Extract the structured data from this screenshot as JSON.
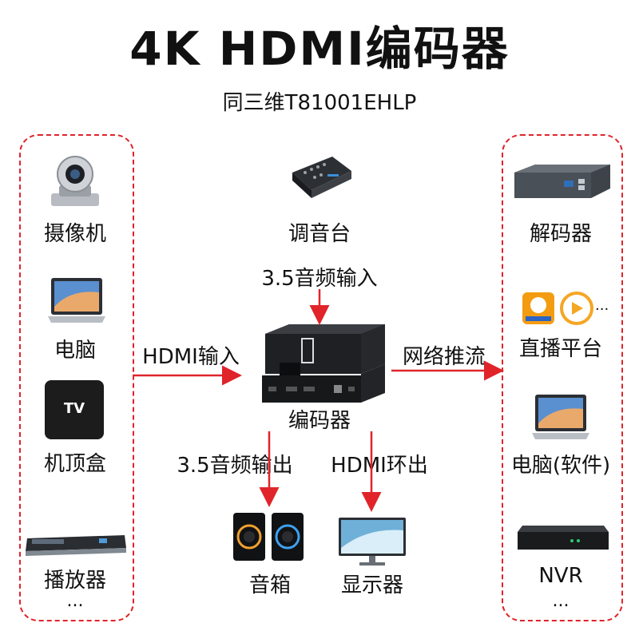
{
  "title": "4K HDMI编码器",
  "subtitle": "同三维T81001EHLP",
  "left_sources": {
    "items": [
      {
        "label": "摄像机",
        "icon": "ptz-camera-icon"
      },
      {
        "label": "电脑",
        "icon": "laptop-icon"
      },
      {
        "label": "机顶盒",
        "icon": "tv-box-icon"
      },
      {
        "label": "播放器",
        "icon": "dvd-player-icon"
      }
    ],
    "more": "...",
    "tv_box_text": "TV"
  },
  "center": {
    "mixer_label": "调音台",
    "audio_in_label": "3.5音频输入",
    "hdmi_in_label": "HDMI输入",
    "encoder_label": "编码器",
    "stream_label": "网络推流",
    "audio_out_label": "3.5音频输出",
    "hdmi_loop_label": "HDMI环出",
    "speaker_label": "音箱",
    "monitor_label": "显示器"
  },
  "right_targets": {
    "items": [
      {
        "label": "解码器",
        "icon": "decoder-icon"
      },
      {
        "label": "直播平台",
        "icon": "live-platform-icon"
      },
      {
        "label": "电脑(软件)",
        "icon": "laptop-icon"
      },
      {
        "label": "NVR",
        "icon": "nvr-icon"
      }
    ],
    "platform_more": "...",
    "more": "..."
  },
  "colors": {
    "accent": "#e0242a",
    "device_dark": "#1c1c1c"
  }
}
